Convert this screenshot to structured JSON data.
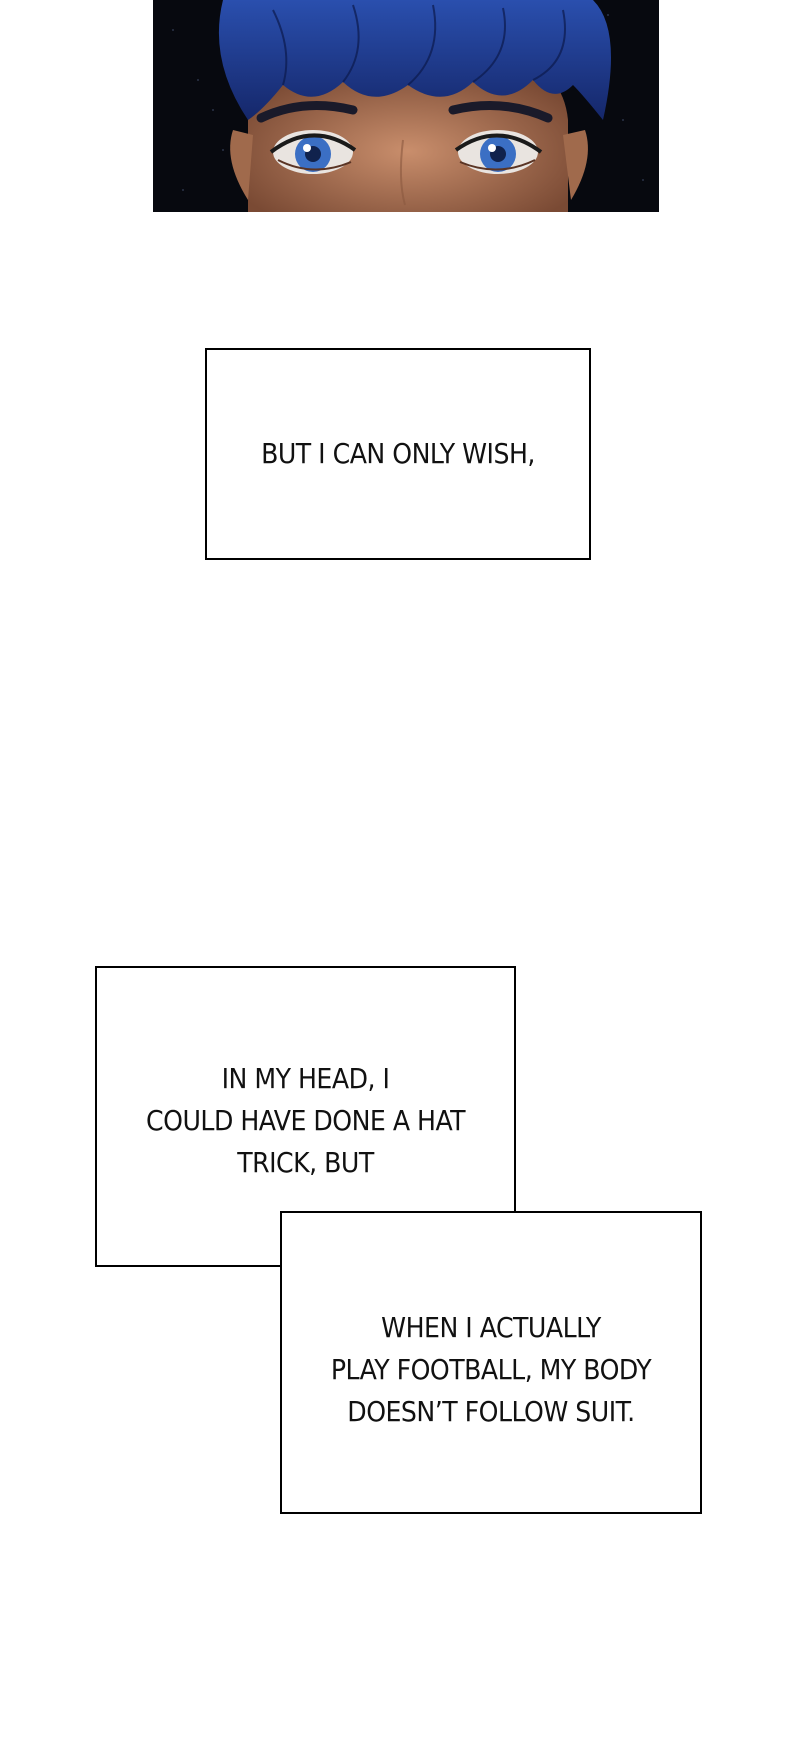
{
  "panels": {
    "top_art": {
      "icon": "boy-eyes-illustration"
    },
    "caption_1": {
      "text": "BUT I CAN ONLY WISH,"
    },
    "caption_2a": {
      "text": "IN MY HEAD, I\nCOULD HAVE DONE A HAT\nTRICK, BUT"
    },
    "caption_2b": {
      "text": "WHEN I ACTUALLY\nPLAY FOOTBALL, MY BODY\nDOESN’T FOLLOW SUIT."
    }
  },
  "colors": {
    "background": "#ffffff",
    "border": "#000000",
    "text": "#111111",
    "hair": "#1f3a8a",
    "skin": "#b87a5c",
    "eyes": "#3b6fc4"
  }
}
